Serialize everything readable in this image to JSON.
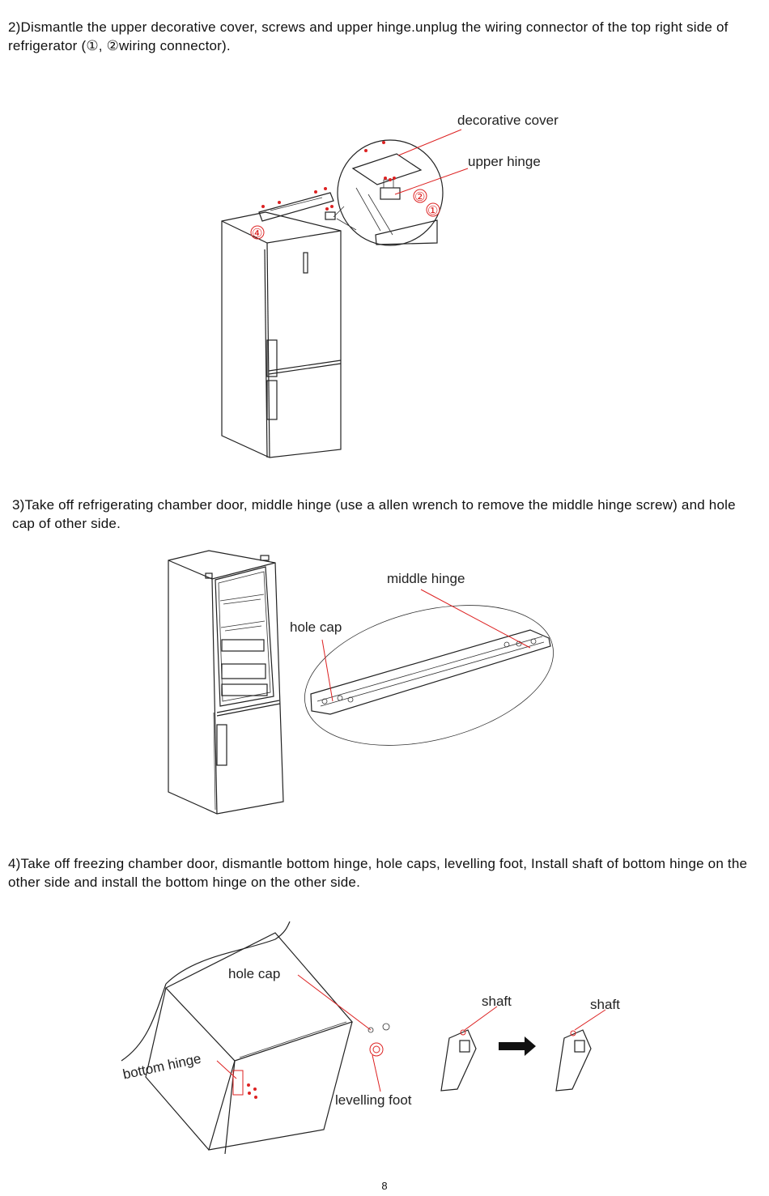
{
  "steps": {
    "step2": "2)Dismantle the upper decorative cover, screws and upper hinge.unplug the wiring connector of the top right side of refrigerator (①, ②wiring connector).",
    "step3": "3)Take off refrigerating chamber door, middle hinge (use a allen wrench to remove the middle hinge screw) and hole cap of other side.",
    "step4": "4)Take off freezing chamber door, dismantle bottom hinge, hole caps, levelling foot,  Install shaft of bottom hinge on the other side and install the bottom hinge on the other side."
  },
  "labels": {
    "decorative_cover": "decorative cover",
    "upper_hinge": "upper hinge",
    "connector_1": "①",
    "connector_2": "②",
    "marker_4": "④",
    "middle_hinge": "middle hinge",
    "hole_cap_mid": "hole cap",
    "hole_cap_bottom": "hole cap",
    "bottom_hinge": "bottom hinge",
    "levelling_foot": "levelling foot",
    "shaft_left": "shaft",
    "shaft_right": "shaft"
  },
  "page_number": "8",
  "colors": {
    "callout": "#d22222",
    "line": "#222222"
  }
}
